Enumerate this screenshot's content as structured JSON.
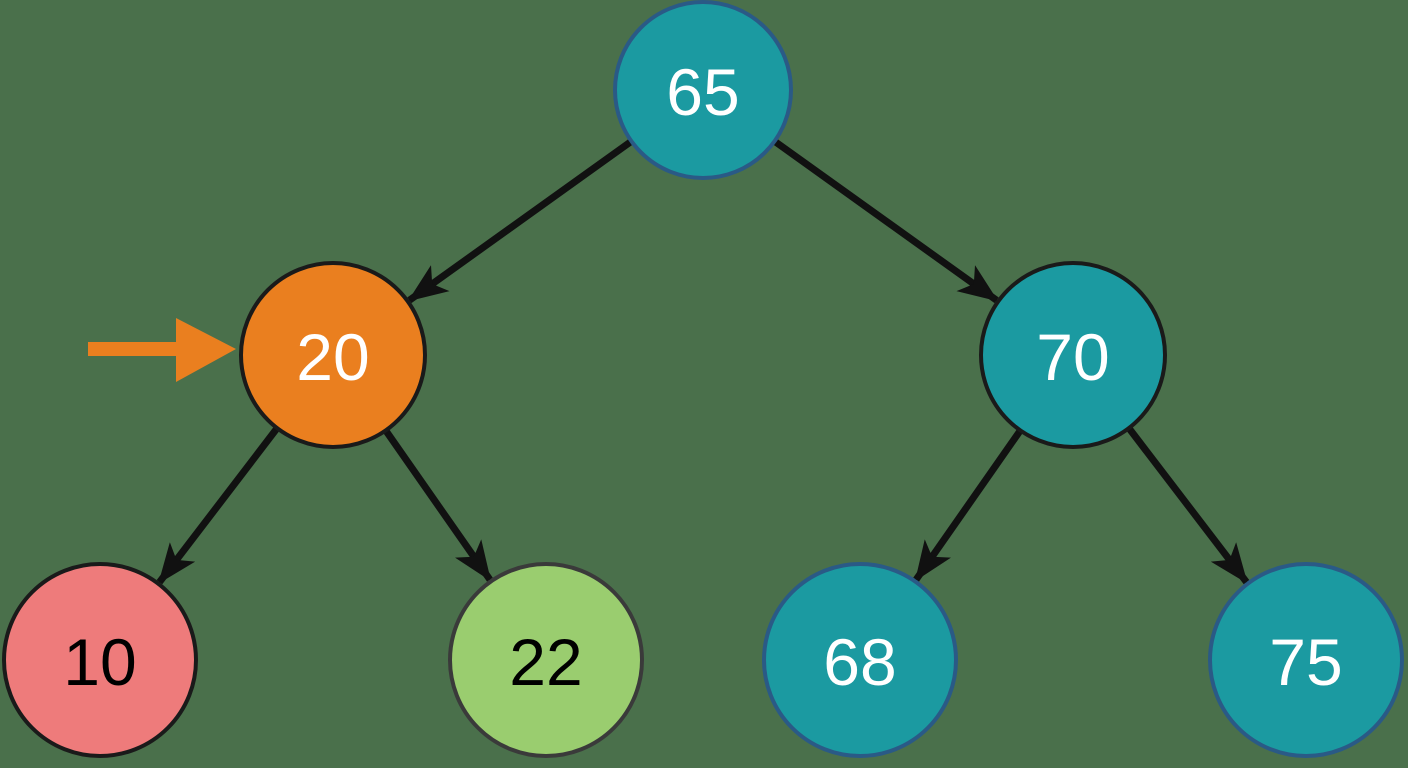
{
  "background": "#4a704b",
  "edge_color": "#111111",
  "pointer_color": "#ea7f1f",
  "nodes": [
    {
      "id": "n65",
      "label": "65",
      "fill": "#1b9aa1",
      "stroke": "#2a5a86",
      "text_color": "#ffffff"
    },
    {
      "id": "n20",
      "label": "20",
      "fill": "#ea7f1f",
      "stroke": "#1a1a1a",
      "text_color": "#ffffff"
    },
    {
      "id": "n70",
      "label": "70",
      "fill": "#1b9aa1",
      "stroke": "#1a1a1a",
      "text_color": "#ffffff"
    },
    {
      "id": "n10",
      "label": "10",
      "fill": "#ee7b7b",
      "stroke": "#1a1a1a",
      "text_color": "#000000"
    },
    {
      "id": "n22",
      "label": "22",
      "fill": "#9acd6f",
      "stroke": "#3a3a3a",
      "text_color": "#000000"
    },
    {
      "id": "n68",
      "label": "68",
      "fill": "#1b9aa1",
      "stroke": "#2a5a86",
      "text_color": "#ffffff"
    },
    {
      "id": "n75",
      "label": "75",
      "fill": "#1b9aa1",
      "stroke": "#2a5a86",
      "text_color": "#ffffff"
    }
  ],
  "edges": [
    {
      "from": "n65",
      "to": "n20"
    },
    {
      "from": "n65",
      "to": "n70"
    },
    {
      "from": "n20",
      "to": "n10"
    },
    {
      "from": "n20",
      "to": "n22"
    },
    {
      "from": "n70",
      "to": "n68"
    },
    {
      "from": "n70",
      "to": "n75"
    }
  ],
  "pointer": {
    "target": "n20",
    "icon": "arrow-right-icon"
  }
}
